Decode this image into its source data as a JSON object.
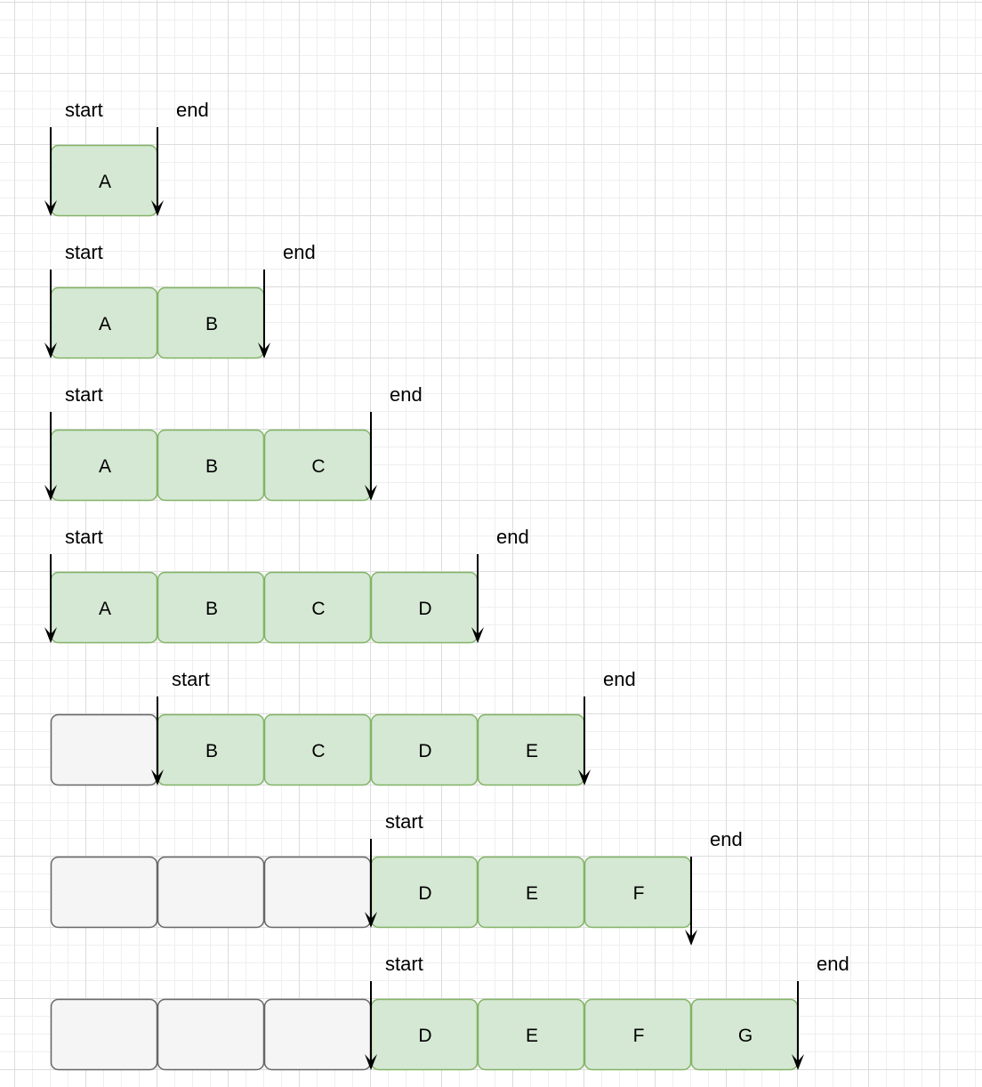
{
  "colors": {
    "filled_fill": "#d5e8d4",
    "filled_stroke": "#82b366",
    "empty_fill": "#f5f5f5",
    "empty_stroke": "#666666",
    "arrow": "#000000"
  },
  "labels": {
    "start": "start",
    "end": "end"
  },
  "rows": [
    {
      "cells": [
        {
          "text": "A",
          "filled": true
        }
      ],
      "start_index": 0,
      "end_index": 1,
      "end_tip_below": false
    },
    {
      "cells": [
        {
          "text": "A",
          "filled": true
        },
        {
          "text": "B",
          "filled": true
        }
      ],
      "start_index": 0,
      "end_index": 2,
      "end_tip_below": false
    },
    {
      "cells": [
        {
          "text": "A",
          "filled": true
        },
        {
          "text": "B",
          "filled": true
        },
        {
          "text": "C",
          "filled": true
        }
      ],
      "start_index": 0,
      "end_index": 3,
      "end_tip_below": false
    },
    {
      "cells": [
        {
          "text": "A",
          "filled": true
        },
        {
          "text": "B",
          "filled": true
        },
        {
          "text": "C",
          "filled": true
        },
        {
          "text": "D",
          "filled": true
        }
      ],
      "start_index": 0,
      "end_index": 4,
      "end_tip_below": false
    },
    {
      "cells": [
        {
          "text": "",
          "filled": false
        },
        {
          "text": "B",
          "filled": true
        },
        {
          "text": "C",
          "filled": true
        },
        {
          "text": "D",
          "filled": true
        },
        {
          "text": "E",
          "filled": true
        }
      ],
      "start_index": 1,
      "end_index": 5,
      "end_tip_below": false
    },
    {
      "cells": [
        {
          "text": "",
          "filled": false
        },
        {
          "text": "",
          "filled": false
        },
        {
          "text": "",
          "filled": false
        },
        {
          "text": "D",
          "filled": true
        },
        {
          "text": "E",
          "filled": true
        },
        {
          "text": "F",
          "filled": true
        }
      ],
      "start_index": 3,
      "end_index": 6,
      "end_tip_below": true
    },
    {
      "cells": [
        {
          "text": "",
          "filled": false
        },
        {
          "text": "",
          "filled": false
        },
        {
          "text": "",
          "filled": false
        },
        {
          "text": "D",
          "filled": true
        },
        {
          "text": "E",
          "filled": true
        },
        {
          "text": "F",
          "filled": true
        },
        {
          "text": "G",
          "filled": true
        }
      ],
      "start_index": 3,
      "end_index": 7,
      "end_tip_below": false
    }
  ]
}
